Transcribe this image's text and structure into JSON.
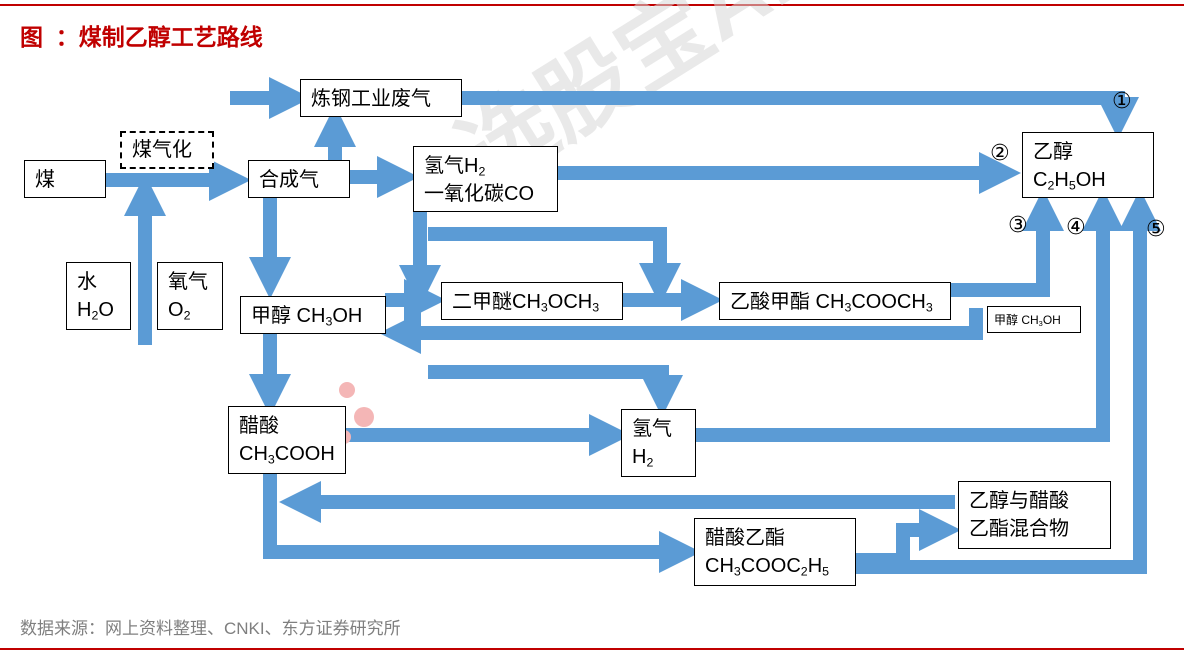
{
  "header": {
    "title": "图  ：煤制乙醇工艺路线"
  },
  "nodes": {
    "coal": "煤",
    "gasification": "煤气化",
    "water": {
      "line1": "水",
      "line2_prefix": "H",
      "line2_sub": "2",
      "line2_suffix": "O"
    },
    "oxygen": {
      "line1": "氧气",
      "line2_prefix": "O",
      "line2_sub": "2"
    },
    "syngas": "合成气",
    "steel_gas": "炼钢工业废气",
    "h2_co": {
      "line1_prefix": "氢气H",
      "line1_sub": "2",
      "line2": "一氧化碳CO"
    },
    "ethanol": {
      "line1": "乙醇",
      "f1": "C",
      "s1": "2",
      "f2": "H",
      "s2": "5",
      "f3": "OH"
    },
    "methanol": {
      "prefix": "甲醇  CH",
      "sub": "3",
      "suffix": "OH"
    },
    "dme": {
      "p1": "二甲醚CH",
      "s1": "3",
      "p2": "OCH",
      "s2": "3"
    },
    "methyl_acetate": {
      "p1": "乙酸甲酯 CH",
      "s1": "3",
      "p2": "COOCH",
      "s2": "3"
    },
    "methanol_small": {
      "p1": "甲醇 CH",
      "s1": "3",
      "p2": "OH"
    },
    "acetic_acid": {
      "line1": "醋酸",
      "p1": "CH",
      "s1": "3",
      "p2": "COOH"
    },
    "hydrogen": {
      "line1": "氢气",
      "p1": "H",
      "s1": "2"
    },
    "ethyl_acetate": {
      "line1": "醋酸乙酯",
      "p1": "CH",
      "s1": "3",
      "p2": "COOC",
      "s2": "2",
      "p3": "H",
      "s3": "5"
    },
    "mixture": {
      "line1": "乙醇与醋酸",
      "line2": "乙酯混合物"
    }
  },
  "route_numbers": [
    "①",
    "②",
    "③",
    "④",
    "⑤"
  ],
  "watermark": "选股宝APP",
  "footer": {
    "source": "数据来源：网上资料整理、CNKI、东方证券研究所"
  },
  "colors": {
    "arrow": "#5b9bd5",
    "arrow_edge": "#41719c",
    "title": "#c00000",
    "source": "#7f7f7f"
  }
}
